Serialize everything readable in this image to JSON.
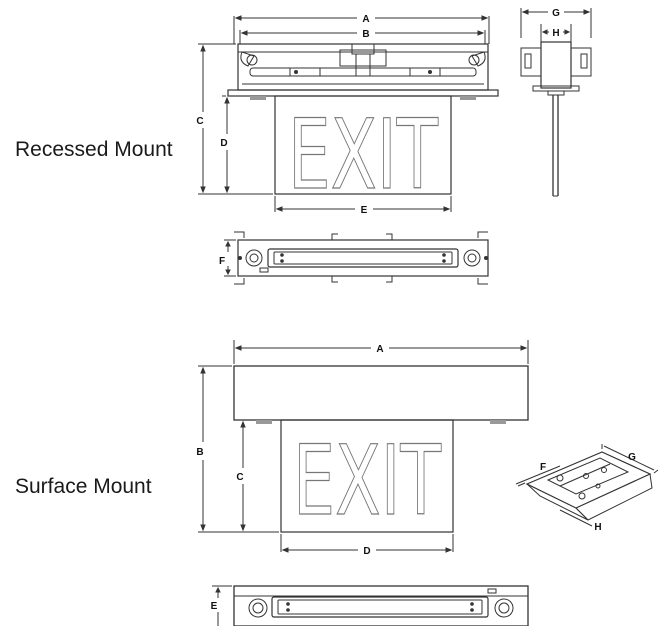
{
  "recessed": {
    "title": "Recessed Mount",
    "sign_text": "EXIT",
    "dims": {
      "a": "A",
      "b": "B",
      "c": "C",
      "d": "D",
      "e": "E",
      "f": "F",
      "g": "G",
      "h": "H"
    }
  },
  "surface": {
    "title": "Surface Mount",
    "sign_text": "EXIT",
    "dims": {
      "a": "A",
      "b": "B",
      "c": "C",
      "d": "D",
      "e": "E",
      "f": "F",
      "g": "G",
      "h": "H"
    }
  },
  "colors": {
    "line": "#333333",
    "panel": "#888888"
  }
}
